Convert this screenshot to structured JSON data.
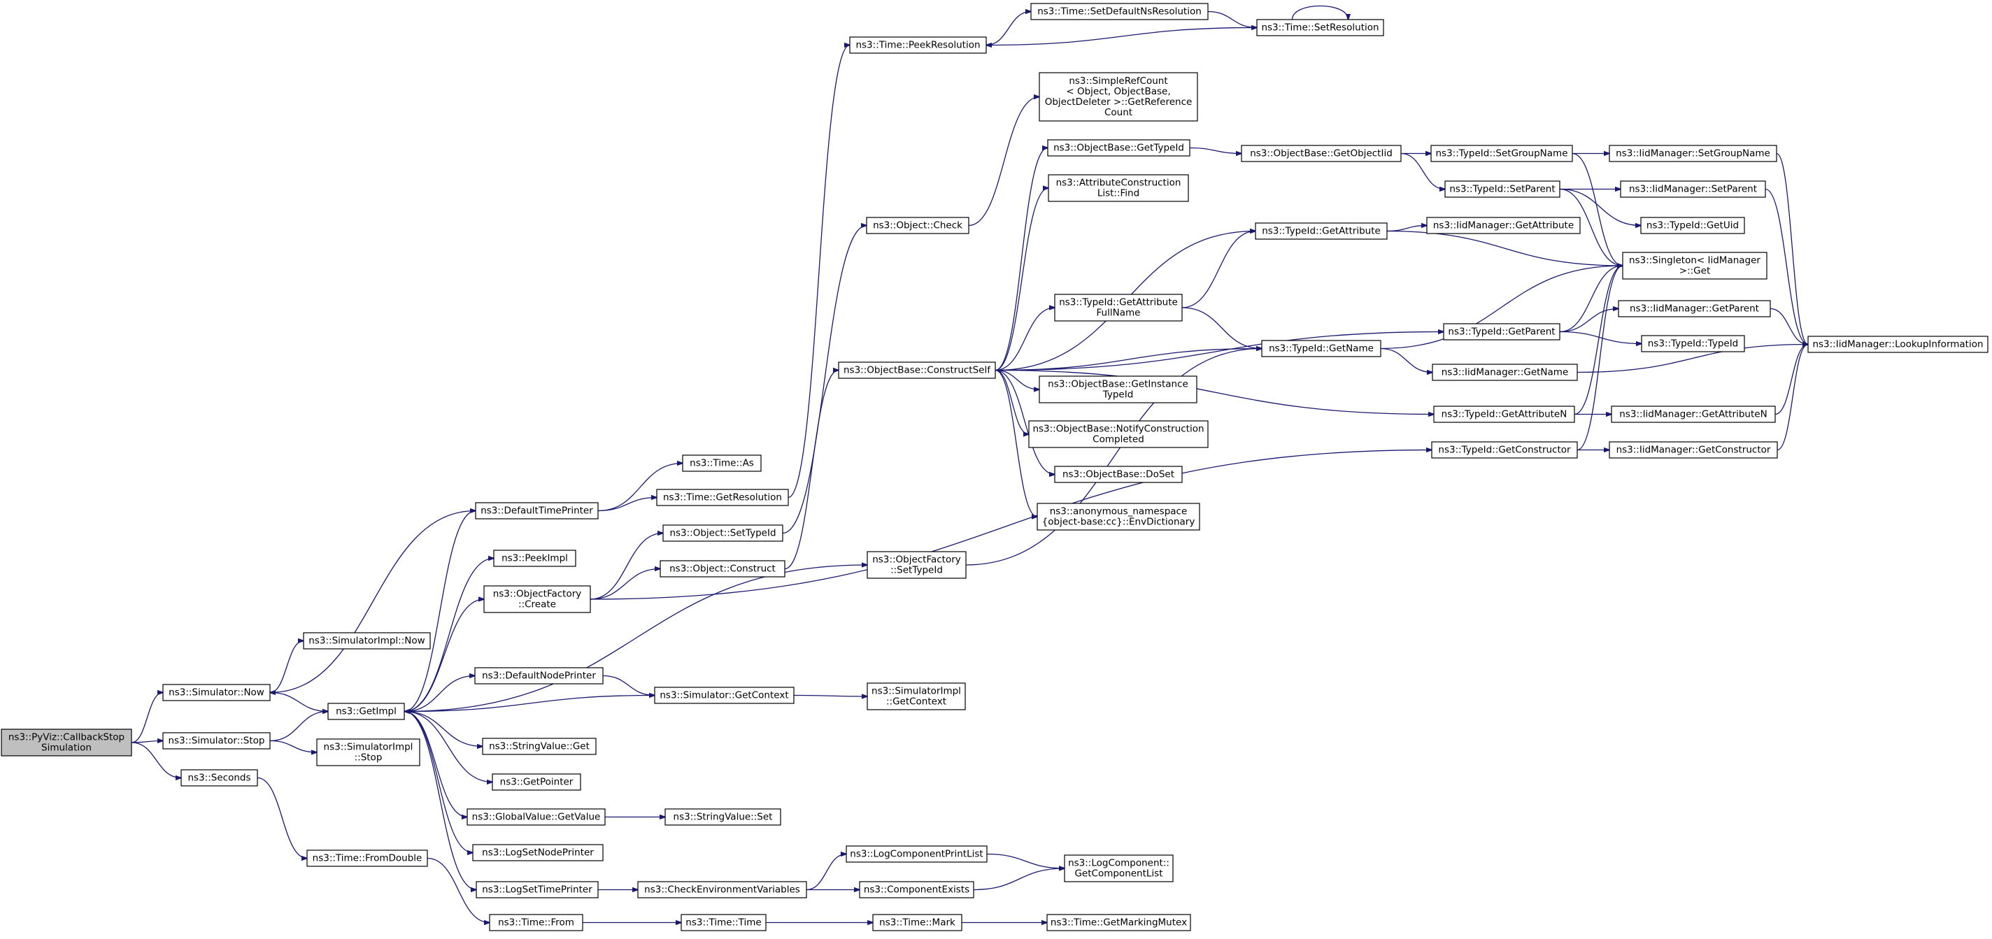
{
  "colors": {
    "edge": "#191970",
    "root_fill": "#bfbfbf",
    "node_fill": "#ffffff",
    "border": "#000000"
  },
  "nodes": [
    {
      "id": "root",
      "lines": [
        "ns3::PyViz::CallbackStop",
        "Simulation"
      ],
      "root": true
    },
    {
      "id": "simNow",
      "lines": [
        "ns3::Simulator::Now"
      ]
    },
    {
      "id": "simStop",
      "lines": [
        "ns3::Simulator::Stop"
      ]
    },
    {
      "id": "seconds",
      "lines": [
        "ns3::Seconds"
      ]
    },
    {
      "id": "simImplNow",
      "lines": [
        "ns3::SimulatorImpl::Now"
      ]
    },
    {
      "id": "getImpl",
      "lines": [
        "ns3::GetImpl"
      ]
    },
    {
      "id": "simImplStop",
      "lines": [
        "ns3::SimulatorImpl",
        "::Stop"
      ]
    },
    {
      "id": "fromDouble",
      "lines": [
        "ns3::Time::FromDouble"
      ]
    },
    {
      "id": "timeFrom",
      "lines": [
        "ns3::Time::From"
      ]
    },
    {
      "id": "defTimePrinter",
      "lines": [
        "ns3::DefaultTimePrinter"
      ]
    },
    {
      "id": "peekImpl",
      "lines": [
        "ns3::PeekImpl"
      ]
    },
    {
      "id": "objFactCreate",
      "lines": [
        "ns3::ObjectFactory",
        "::Create"
      ]
    },
    {
      "id": "defNodePrinter",
      "lines": [
        "ns3::DefaultNodePrinter"
      ]
    },
    {
      "id": "strValGet",
      "lines": [
        "ns3::StringValue::Get"
      ]
    },
    {
      "id": "getPointer",
      "lines": [
        "ns3::GetPointer"
      ]
    },
    {
      "id": "gvGetValue",
      "lines": [
        "ns3::GlobalValue::GetValue"
      ]
    },
    {
      "id": "logSetNode",
      "lines": [
        "ns3::LogSetNodePrinter"
      ]
    },
    {
      "id": "logSetTime",
      "lines": [
        "ns3::LogSetTimePrinter"
      ]
    },
    {
      "id": "timeAs",
      "lines": [
        "ns3::Time::As"
      ]
    },
    {
      "id": "timeGetRes",
      "lines": [
        "ns3::Time::GetResolution"
      ]
    },
    {
      "id": "objSetTypeId",
      "lines": [
        "ns3::Object::SetTypeId"
      ]
    },
    {
      "id": "objConstruct",
      "lines": [
        "ns3::Object::Construct"
      ]
    },
    {
      "id": "simGetContext",
      "lines": [
        "ns3::Simulator::GetContext"
      ]
    },
    {
      "id": "strValSet",
      "lines": [
        "ns3::StringValue::Set"
      ]
    },
    {
      "id": "checkEnv",
      "lines": [
        "ns3::CheckEnvironmentVariables"
      ]
    },
    {
      "id": "timeTime",
      "lines": [
        "ns3::Time::Time"
      ]
    },
    {
      "id": "timePeekRes",
      "lines": [
        "ns3::Time::PeekResolution"
      ]
    },
    {
      "id": "objCheck",
      "lines": [
        "ns3::Object::Check"
      ]
    },
    {
      "id": "obConstructSelf",
      "lines": [
        "ns3::ObjectBase::ConstructSelf"
      ]
    },
    {
      "id": "ofSetTypeId",
      "lines": [
        "ns3::ObjectFactory",
        "::SetTypeId"
      ]
    },
    {
      "id": "simImplGetCtx",
      "lines": [
        "ns3::SimulatorImpl",
        "::GetContext"
      ]
    },
    {
      "id": "logCompPrintList",
      "lines": [
        "ns3::LogComponentPrintList"
      ]
    },
    {
      "id": "compExists",
      "lines": [
        "ns3::ComponentExists"
      ]
    },
    {
      "id": "timeMark",
      "lines": [
        "ns3::Time::Mark"
      ]
    },
    {
      "id": "setDefNsRes",
      "lines": [
        "ns3::Time::SetDefaultNsResolution"
      ]
    },
    {
      "id": "simpleRefCount",
      "lines": [
        "ns3::SimpleRefCount",
        "< Object, ObjectBase,",
        "ObjectDeleter >::GetReference",
        "Count"
      ]
    },
    {
      "id": "obGetTypeId",
      "lines": [
        "ns3::ObjectBase::GetTypeId"
      ]
    },
    {
      "id": "attrConstFind",
      "lines": [
        "ns3::AttributeConstruction",
        "List::Find"
      ]
    },
    {
      "id": "tidGetAttrFullName",
      "lines": [
        "ns3::TypeId::GetAttribute",
        "FullName"
      ]
    },
    {
      "id": "obGetInstTypeId",
      "lines": [
        "ns3::ObjectBase::GetInstance",
        "TypeId"
      ]
    },
    {
      "id": "obNotifyConst",
      "lines": [
        "ns3::ObjectBase::NotifyConstruction",
        "Completed"
      ]
    },
    {
      "id": "obDoSet",
      "lines": [
        "ns3::ObjectBase::DoSet"
      ]
    },
    {
      "id": "anonEnvDict",
      "lines": [
        "ns3::anonymous_namespace",
        "{object-base:cc}::EnvDictionary"
      ]
    },
    {
      "id": "logCompGetList",
      "lines": [
        "ns3::LogComponent::",
        "GetComponentList"
      ]
    },
    {
      "id": "timeGetMarkMutex",
      "lines": [
        "ns3::Time::GetMarkingMutex"
      ]
    },
    {
      "id": "timeSetRes",
      "lines": [
        "ns3::Time::SetResolution"
      ]
    },
    {
      "id": "obGetObjectIid",
      "lines": [
        "ns3::ObjectBase::GetObjectIid"
      ]
    },
    {
      "id": "tidGetAttr",
      "lines": [
        "ns3::TypeId::GetAttribute"
      ]
    },
    {
      "id": "tidGetName",
      "lines": [
        "ns3::TypeId::GetName"
      ]
    },
    {
      "id": "tidSetGroupName",
      "lines": [
        "ns3::TypeId::SetGroupName"
      ]
    },
    {
      "id": "tidSetParent",
      "lines": [
        "ns3::TypeId::SetParent"
      ]
    },
    {
      "id": "tidGetParent",
      "lines": [
        "ns3::TypeId::GetParent"
      ]
    },
    {
      "id": "tidGetAttrN",
      "lines": [
        "ns3::TypeId::GetAttributeN"
      ]
    },
    {
      "id": "tidGetConstructor",
      "lines": [
        "ns3::TypeId::GetConstructor"
      ]
    },
    {
      "id": "iidGetAttr",
      "lines": [
        "ns3::IidManager::GetAttribute"
      ]
    },
    {
      "id": "iidGetName",
      "lines": [
        "ns3::IidManager::GetName"
      ]
    },
    {
      "id": "iidSetGroupName",
      "lines": [
        "ns3::IidManager::SetGroupName"
      ]
    },
    {
      "id": "iidSetParent",
      "lines": [
        "ns3::IidManager::SetParent"
      ]
    },
    {
      "id": "tidGetUid",
      "lines": [
        "ns3::TypeId::GetUid"
      ]
    },
    {
      "id": "singletonGet",
      "lines": [
        "ns3::Singleton< IidManager",
        ">::Get"
      ]
    },
    {
      "id": "iidGetParent",
      "lines": [
        "ns3::IidManager::GetParent"
      ]
    },
    {
      "id": "tidTypeId",
      "lines": [
        "ns3::TypeId::TypeId"
      ]
    },
    {
      "id": "iidGetAttrN",
      "lines": [
        "ns3::IidManager::GetAttributeN"
      ]
    },
    {
      "id": "iidGetConstructor",
      "lines": [
        "ns3::IidManager::GetConstructor"
      ]
    },
    {
      "id": "iidLookupInfo",
      "lines": [
        "ns3::IidManager::LookupInformation"
      ]
    }
  ]
}
